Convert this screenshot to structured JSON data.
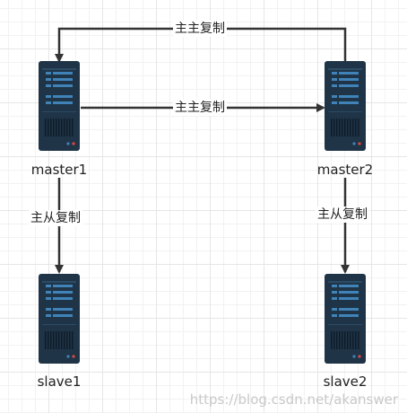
{
  "nodes": {
    "master1": {
      "label": "master1"
    },
    "master2": {
      "label": "master2"
    },
    "slave1": {
      "label": "slave1"
    },
    "slave2": {
      "label": "slave2"
    }
  },
  "edges": {
    "top_loop": {
      "label": "主主复制"
    },
    "middle": {
      "label": "主主复制"
    },
    "left_down": {
      "label": "主从复制"
    },
    "right_down": {
      "label": "主从复制"
    }
  },
  "colors": {
    "server_body": "#1f3447",
    "server_accent": "#3f83b8",
    "arrow": "#333333"
  },
  "watermark": {
    "text": "https://blog.csdn.net/akanswer"
  }
}
